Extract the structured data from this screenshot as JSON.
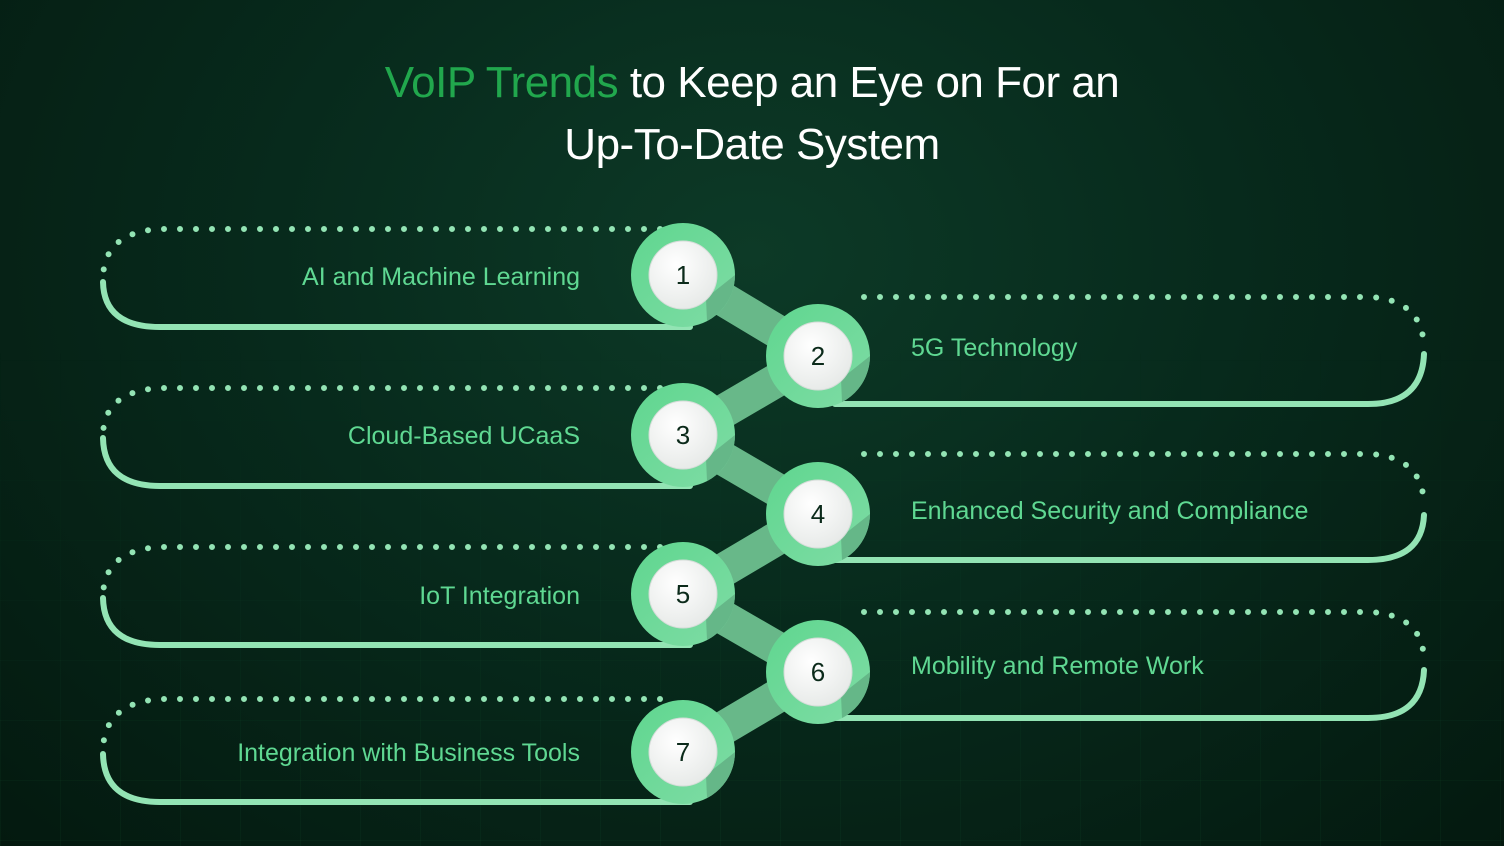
{
  "title": {
    "accent": "VoIP Trends",
    "rest_line1": " to Keep an Eye on For an",
    "line2": "Up-To-Date System"
  },
  "colors": {
    "background": "#072a1c",
    "title_accent": "#21a74d",
    "title_text": "#ffffff",
    "label_text": "#5fd892",
    "node_ring": "#5ed38e",
    "node_connector": "#68b889",
    "track_line": "#93e4b4",
    "number_text": "#0b2a1a"
  },
  "items": [
    {
      "number": "1",
      "label": "AI and Machine Learning",
      "side": "left"
    },
    {
      "number": "2",
      "label": "5G Technology",
      "side": "right"
    },
    {
      "number": "3",
      "label": "Cloud-Based UCaaS",
      "side": "left"
    },
    {
      "number": "4",
      "label": "Enhanced Security and Compliance",
      "side": "right"
    },
    {
      "number": "5",
      "label": "IoT Integration",
      "side": "left"
    },
    {
      "number": "6",
      "label": "Mobility and Remote Work",
      "side": "right"
    },
    {
      "number": "7",
      "label": "Integration with Business Tools",
      "side": "left"
    }
  ]
}
